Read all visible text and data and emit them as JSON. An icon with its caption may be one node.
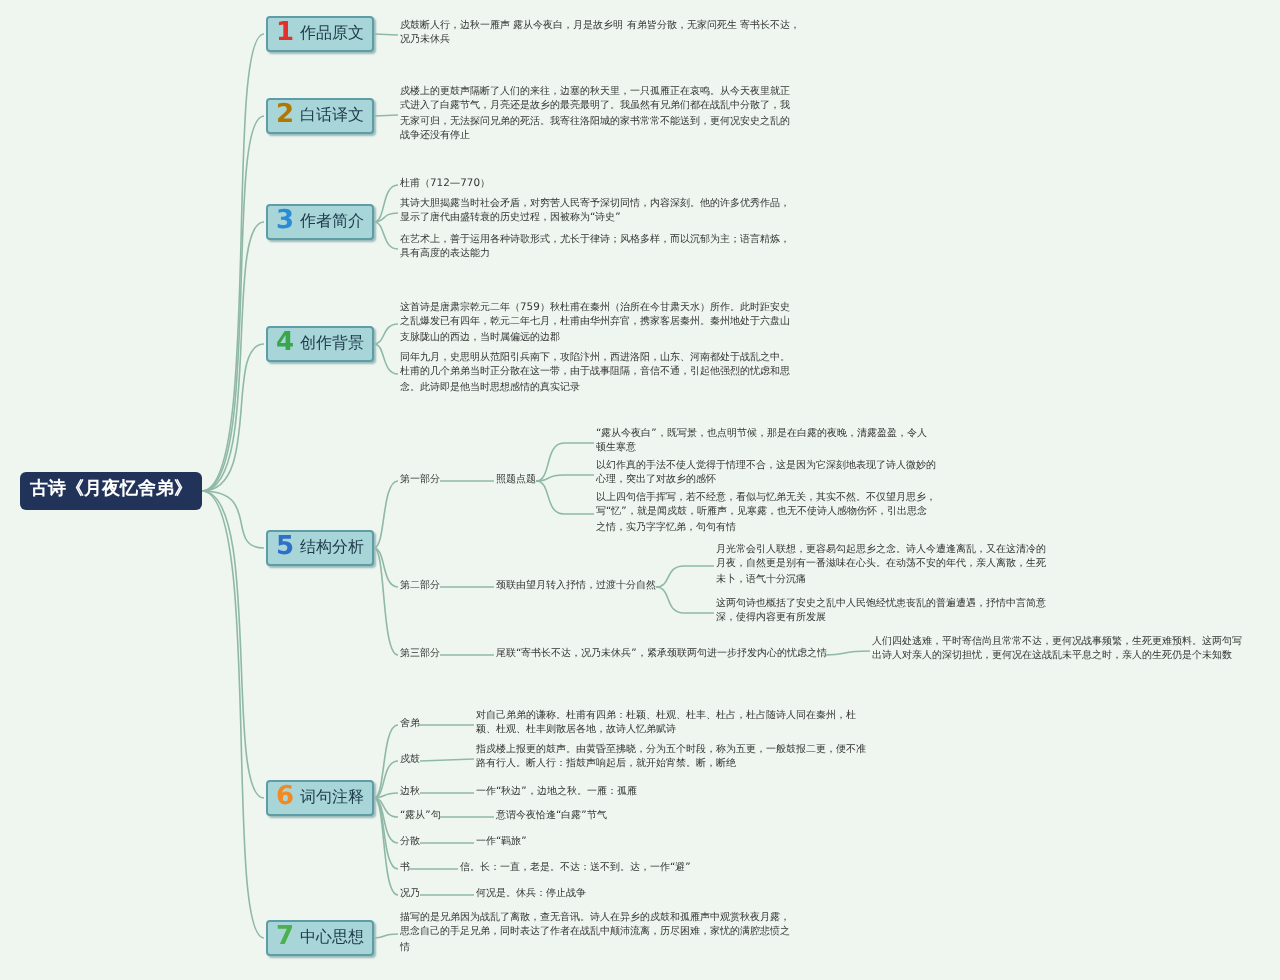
{
  "diagram": {
    "nodes": [
      {
        "text": [
          "古诗《月夜忆舍弟》"
        ]
      },
      {
        "text": [
          "1",
          "作品原文"
        ]
      },
      {
        "text": [
          "戍鼓断人行，边秋一雁声 露从今夜白，月是故乡明 有弟皆分散，无家问死生 寄书长不达，况乃未休兵"
        ]
      },
      {
        "text": [
          "2",
          "白话译文"
        ]
      },
      {
        "text": [
          "戍楼上的更鼓声隔断了人们的来往，边塞的秋天里，一只孤雁正在哀鸣。从今天夜里就正式进入了白露节气，月亮还是故乡的最亮最明了。我虽然有兄弟们都在战乱中分散了，我无家可归，无法探问兄弟的死活。我寄往洛阳城的家书常常不能送到，更何况安史之乱的战争还没有停止"
        ]
      },
      {
        "text": [
          "3",
          "作者简介"
        ]
      },
      {
        "text": [
          "杜甫（712—770）"
        ]
      },
      {
        "text": [
          "其诗大胆揭露当时社会矛盾，对穷苦人民寄予深切同情，内容深刻。他的许多优秀作品，显示了唐代由盛转衰的历史过程，因被称为“诗史”"
        ]
      },
      {
        "text": [
          "在艺术上，善于运用各种诗歌形式，尤长于律诗；风格多样，而以沉郁为主；语言精炼，具有高度的表达能力"
        ]
      },
      {
        "text": [
          "4",
          "创作背景"
        ]
      },
      {
        "text": [
          "这首诗是唐肃宗乾元二年（759）秋杜甫在秦州（治所在今甘肃天水）所作。此时距安史之乱爆发已有四年，乾元二年七月，杜甫由华州弃官，携家客居秦州。秦州地处于六盘山支脉陇山的西边，当时属偏远的边郡"
        ]
      },
      {
        "text": [
          "同年九月，史思明从范阳引兵南下，攻陷汴州，西进洛阳，山东、河南都处于战乱之中。杜甫的几个弟弟当时正分散在这一带，由于战事阻隔，音信不通，引起他强烈的忧虑和思念。此诗即是他当时思想感情的真实记录"
        ]
      },
      {
        "text": [
          "5",
          "结构分析"
        ]
      },
      {
        "text": [
          "第一部分"
        ]
      },
      {
        "text": [
          "照题点题"
        ]
      },
      {
        "text": [
          "“露从今夜白”，既写景，也点明节候，那是在白露的夜晚，清露盈盈，令人顿生寒意"
        ]
      },
      {
        "text": [
          "以幻作真的手法不使人觉得于情理不合，这是因为它深刻地表现了诗人微妙的心理，突出了对故乡的感怀"
        ]
      },
      {
        "text": [
          "以上四句信手挥写，若不经意，看似与忆弟无关，其实不然。不仅望月思乡，写“忆”，就是闻戍鼓，听雁声，见寒露，也无不使诗人感物伤怀，引出思念之情，实乃字字忆弟，句句有情"
        ]
      },
      {
        "text": [
          "第二部分"
        ]
      },
      {
        "text": [
          "颈联由望月转入抒情，过渡十分自然"
        ]
      },
      {
        "text": [
          "月光常会引人联想，更容易勾起思乡之念。诗人今遭逢离乱，又在这清冷的月夜，自然更是别有一番滋味在心头。在动荡不安的年代，亲人离散，生死未卜，语气十分沉痛"
        ]
      },
      {
        "text": [
          "这两句诗也概括了安史之乱中人民饱经忧患丧乱的普遍遭遇，抒情中言简意深，使得内容更有所发展"
        ]
      },
      {
        "text": [
          "第三部分"
        ]
      },
      {
        "text": [
          "尾联“寄书长不达，况乃未休兵”，紧承颈联两句进一步抒发内心的忧虑之情"
        ]
      },
      {
        "text": [
          "人们四处逃难，平时寄信尚且常常不达，更何况战事频繁，生死更难预料。这两句写出诗人对亲人的深切担忧，更何况在这战乱未平息之时，亲人的生死仍是个未知数"
        ]
      },
      {
        "text": [
          "6",
          "词句注释"
        ]
      },
      {
        "text": [
          "舍弟"
        ]
      },
      {
        "text": [
          "对自己弟弟的谦称。杜甫有四弟：杜颖、杜观、杜丰、杜占，杜占随诗人同在秦州，杜颖、杜观、杜丰则散居各地，故诗人忆弟赋诗"
        ]
      },
      {
        "text": [
          "戍鼓"
        ]
      },
      {
        "text": [
          "指戍楼上报更的鼓声。由黄昏至拂晓，分为五个时段，称为五更，一般鼓报二更，便不准路有行人。断人行：指鼓声响起后，就开始宵禁。断，断绝"
        ]
      },
      {
        "text": [
          "边秋"
        ]
      },
      {
        "text": [
          "一作“秋边”，边地之秋。一雁：孤雁"
        ]
      },
      {
        "text": [
          "“露从”句"
        ]
      },
      {
        "text": [
          "意谓今夜恰逢“白露”节气"
        ]
      },
      {
        "text": [
          "分散"
        ]
      },
      {
        "text": [
          "一作“羁旅”"
        ]
      },
      {
        "text": [
          "书"
        ]
      },
      {
        "text": [
          "信。长：一直，老是。不达：送不到。达，一作“避”"
        ]
      },
      {
        "text": [
          "况乃"
        ]
      },
      {
        "text": [
          "何况是。休兵：停止战争"
        ]
      },
      {
        "text": [
          "7",
          "中心思想"
        ]
      },
      {
        "text": [
          "描写的是兄弟因为战乱了离散，查无音讯。诗人在异乡的戍鼓和孤雁声中观赏秋夜月露，思念自己的手足兄弟，同时表达了作者在战乱中颠沛流离，历尽困难，家忧的满腔悲愤之情"
        ]
      }
    ],
    "edges": [
      {
        "from": 0,
        "to": 1,
        "arrow": "none"
      },
      {
        "from": 1,
        "to": 2,
        "arrow": "none"
      },
      {
        "from": 0,
        "to": 3,
        "arrow": "none"
      },
      {
        "from": 3,
        "to": 4,
        "arrow": "none"
      },
      {
        "from": 0,
        "to": 5,
        "arrow": "none"
      },
      {
        "from": 5,
        "to": 6,
        "arrow": "none"
      },
      {
        "from": 5,
        "to": 7,
        "arrow": "none"
      },
      {
        "from": 5,
        "to": 8,
        "arrow": "none"
      },
      {
        "from": 0,
        "to": 9,
        "arrow": "none"
      },
      {
        "from": 9,
        "to": 10,
        "arrow": "none"
      },
      {
        "from": 9,
        "to": 11,
        "arrow": "none"
      },
      {
        "from": 0,
        "to": 12,
        "arrow": "none"
      },
      {
        "from": 12,
        "to": 13,
        "arrow": "none"
      },
      {
        "from": 13,
        "to": 14,
        "arrow": "none"
      },
      {
        "from": 14,
        "to": 15,
        "arrow": "none"
      },
      {
        "from": 14,
        "to": 16,
        "arrow": "none"
      },
      {
        "from": 14,
        "to": 17,
        "arrow": "none"
      },
      {
        "from": 12,
        "to": 18,
        "arrow": "none"
      },
      {
        "from": 18,
        "to": 19,
        "arrow": "none"
      },
      {
        "from": 19,
        "to": 20,
        "arrow": "none"
      },
      {
        "from": 19,
        "to": 21,
        "arrow": "none"
      },
      {
        "from": 12,
        "to": 22,
        "arrow": "none"
      },
      {
        "from": 22,
        "to": 23,
        "arrow": "none"
      },
      {
        "from": 23,
        "to": 24,
        "arrow": "none"
      },
      {
        "from": 0,
        "to": 25,
        "arrow": "none"
      },
      {
        "from": 25,
        "to": 26,
        "arrow": "none"
      },
      {
        "from": 26,
        "to": 27,
        "arrow": "none"
      },
      {
        "from": 25,
        "to": 28,
        "arrow": "none"
      },
      {
        "from": 28,
        "to": 29,
        "arrow": "none"
      },
      {
        "from": 25,
        "to": 30,
        "arrow": "none"
      },
      {
        "from": 30,
        "to": 31,
        "arrow": "none"
      },
      {
        "from": 25,
        "to": 32,
        "arrow": "none"
      },
      {
        "from": 32,
        "to": 33,
        "arrow": "none"
      },
      {
        "from": 25,
        "to": 34,
        "arrow": "none"
      },
      {
        "from": 34,
        "to": 35,
        "arrow": "none"
      },
      {
        "from": 25,
        "to": 36,
        "arrow": "none"
      },
      {
        "from": 36,
        "to": 37,
        "arrow": "none"
      },
      {
        "from": 25,
        "to": 38,
        "arrow": "none"
      },
      {
        "from": 38,
        "to": 39,
        "arrow": "none"
      },
      {
        "from": 0,
        "to": 40,
        "arrow": "none"
      },
      {
        "from": 40,
        "to": 41,
        "arrow": "none"
      }
    ]
  }
}
